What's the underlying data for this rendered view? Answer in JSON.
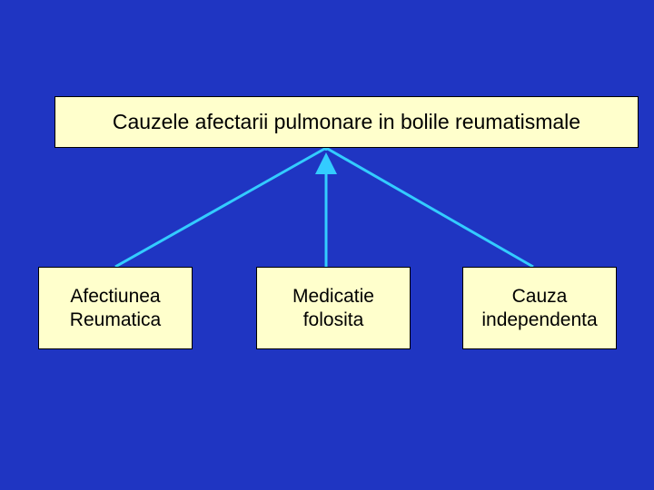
{
  "colors": {
    "background": "#1f35c2",
    "box_fill": "#ffffcc",
    "connector": "#33ccff"
  },
  "root": {
    "label": "Cauzele afectarii pulmonare in bolile reumatismale"
  },
  "children": [
    {
      "line1": "Afectiunea",
      "line2": "Reumatica"
    },
    {
      "line1": "Medicatie",
      "line2": "folosita"
    },
    {
      "line1": "Cauza",
      "line2": "independenta"
    }
  ]
}
